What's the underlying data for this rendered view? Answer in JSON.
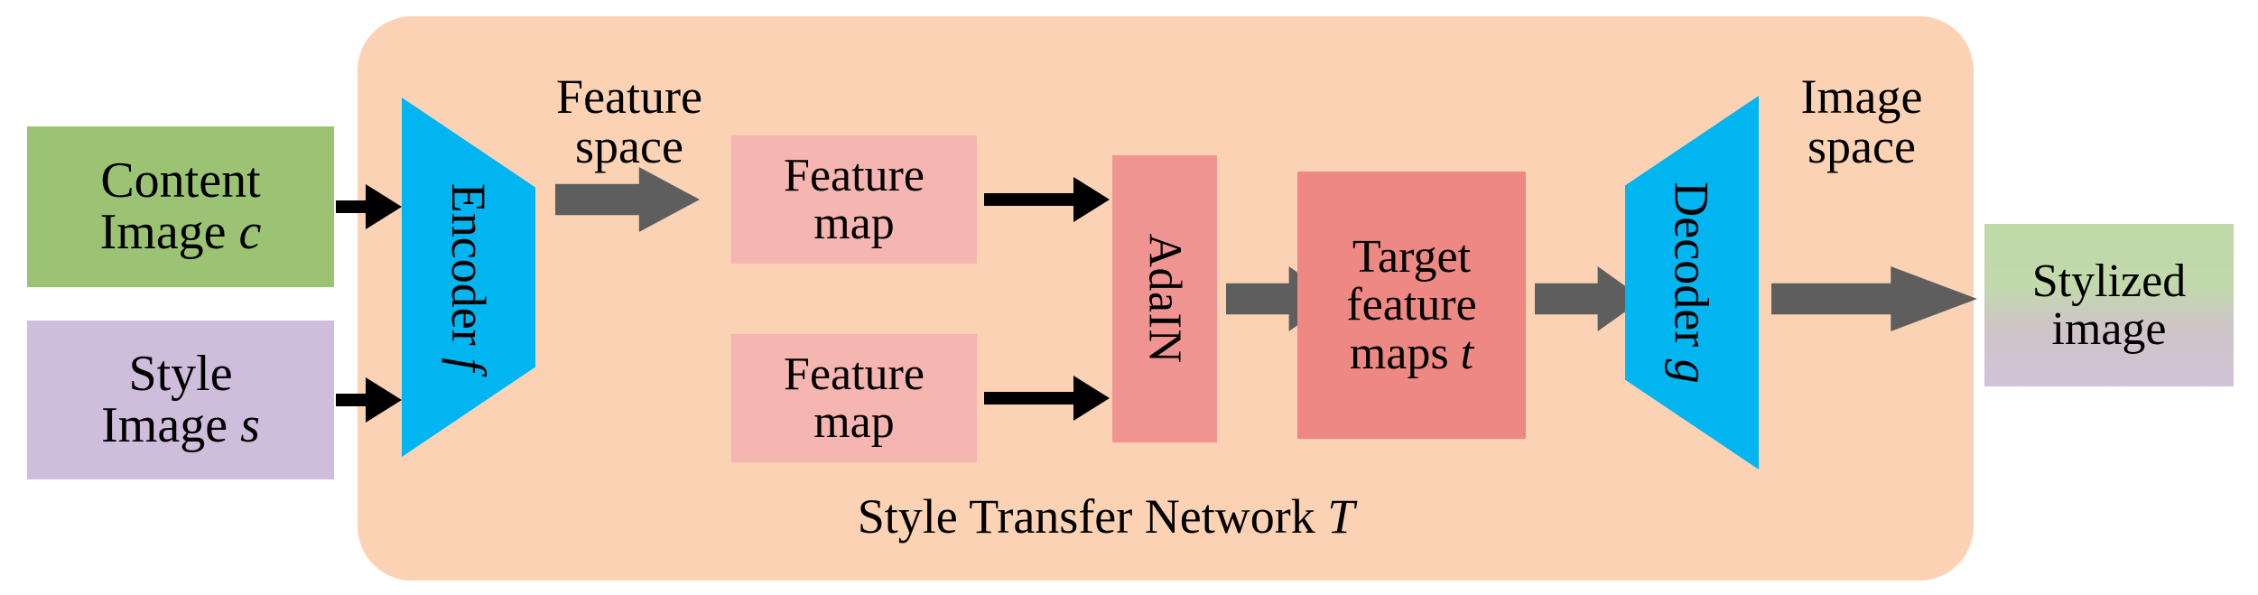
{
  "figure": {
    "title": "Style Transfer Network T diagram",
    "caption": "Style Transfer Network ",
    "caption_symbol": "T"
  },
  "colors": {
    "panel": "#FBD3B4",
    "content_box": "#9CC373",
    "style_box": "#CEBDDB",
    "stylized_top": "#BFD9A7",
    "stylized_bottom": "#D2C2DA",
    "feature_map": "#F5B5B1",
    "adain": "#EF9490",
    "target": "#EE8883",
    "trapezoid": "#00B5F0",
    "arrow_black": "#000000",
    "arrow_gray": "#5E5E5E",
    "text": "#000000"
  },
  "inputs": {
    "content": {
      "line1": "Content",
      "line2": "Image ",
      "symbol": "c"
    },
    "style": {
      "line1": "Style",
      "line2": "Image ",
      "symbol": "s"
    }
  },
  "encoder": {
    "label": "Encoder ",
    "symbol": "f"
  },
  "decoder": {
    "label": "Decoder ",
    "symbol": "g"
  },
  "labels": {
    "feature_space_line1": "Feature",
    "feature_space_line2": "space",
    "image_space_line1": "Image",
    "image_space_line2": "space"
  },
  "feature_maps": [
    {
      "line1": "Feature",
      "line2": "map"
    },
    {
      "line1": "Feature",
      "line2": "map"
    }
  ],
  "adain": {
    "label": "AdaIN"
  },
  "target": {
    "line1": "Target",
    "line2": "feature",
    "line3": "maps ",
    "symbol": "t"
  },
  "output": {
    "line1": "Stylized",
    "line2": "image"
  }
}
